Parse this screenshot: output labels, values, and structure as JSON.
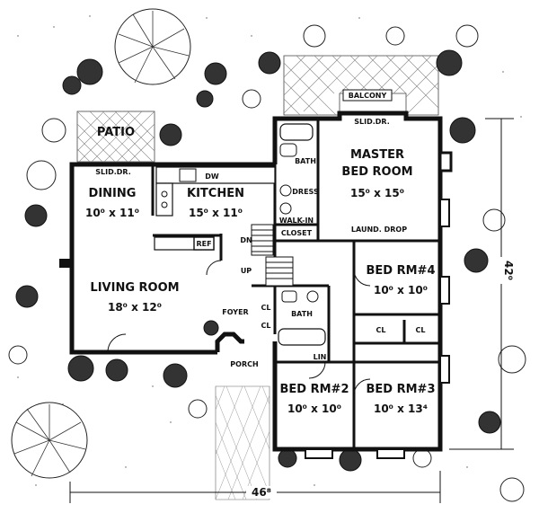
{
  "rooms": {
    "patio": "PATIO",
    "balcony": "BALCONY",
    "dining": {
      "name": "DINING",
      "dim": "10⁰ x 11⁰"
    },
    "kitchen": {
      "name": "KITCHEN",
      "dim": "15⁰ x 11⁰"
    },
    "living": {
      "name": "LIVING ROOM",
      "dim": "18⁰ x 12⁰"
    },
    "master": {
      "name1": "MASTER",
      "name2": "BED ROOM",
      "dim": "15⁰ x 15⁰"
    },
    "bed4": {
      "name": "BED RM#4",
      "dim": "10⁰ x 10⁰"
    },
    "bed3": {
      "name": "BED RM#3",
      "dim": "10⁰ x 13⁴"
    },
    "bed2": {
      "name": "BED RM#2",
      "dim": "10⁰ x 10⁰"
    }
  },
  "labels": {
    "slid_dr_top": "SLID.DR.",
    "slid_dr_dining": "SLID.DR.",
    "dw": "DW",
    "ref": "REF",
    "bath_master": "BATH",
    "dress": "DRESS",
    "walkin1": "WALK-IN",
    "walkin2": "CLOSET",
    "laund_drop": "LAUND. DROP",
    "dn": "DN",
    "up": "UP",
    "foyer": "FOYER",
    "cl_foyer1": "CL",
    "cl_foyer2": "CL",
    "bath_hall": "BATH",
    "lin": "LIN",
    "porch": "PORCH",
    "cl_left": "CL",
    "cl_right": "CL"
  },
  "dimensions": {
    "width": "46⁸",
    "depth": "42⁰"
  }
}
